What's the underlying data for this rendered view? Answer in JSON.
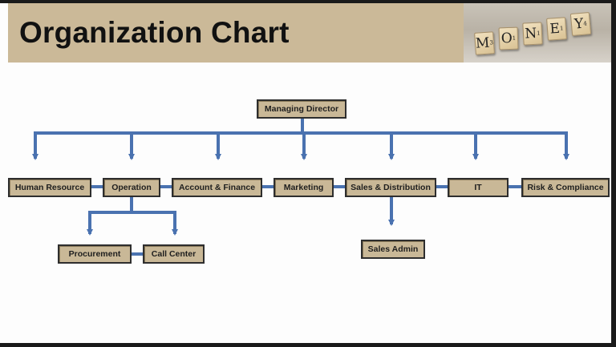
{
  "header": {
    "title": "Organization Chart",
    "photo_letters": [
      {
        "letter": "M",
        "subscript": "3"
      },
      {
        "letter": "O",
        "subscript": "1"
      },
      {
        "letter": "N",
        "subscript": "1"
      },
      {
        "letter": "E",
        "subscript": "1"
      },
      {
        "letter": "Y",
        "subscript": "4"
      }
    ]
  },
  "chart": {
    "root": "Managing Director",
    "departments": [
      "Human Resource",
      "Operation",
      "Account & Finance",
      "Marketing",
      "Sales & Distribution",
      "IT",
      "Risk & Compliance"
    ],
    "operation_children": [
      "Procurement",
      "Call Center"
    ],
    "sales_children": [
      "Sales Admin"
    ]
  },
  "colors": {
    "header_bg": "#cbb998",
    "node_fill": "#c9b897",
    "node_border": "#2e2e2e",
    "connector": "#4a72b0"
  }
}
